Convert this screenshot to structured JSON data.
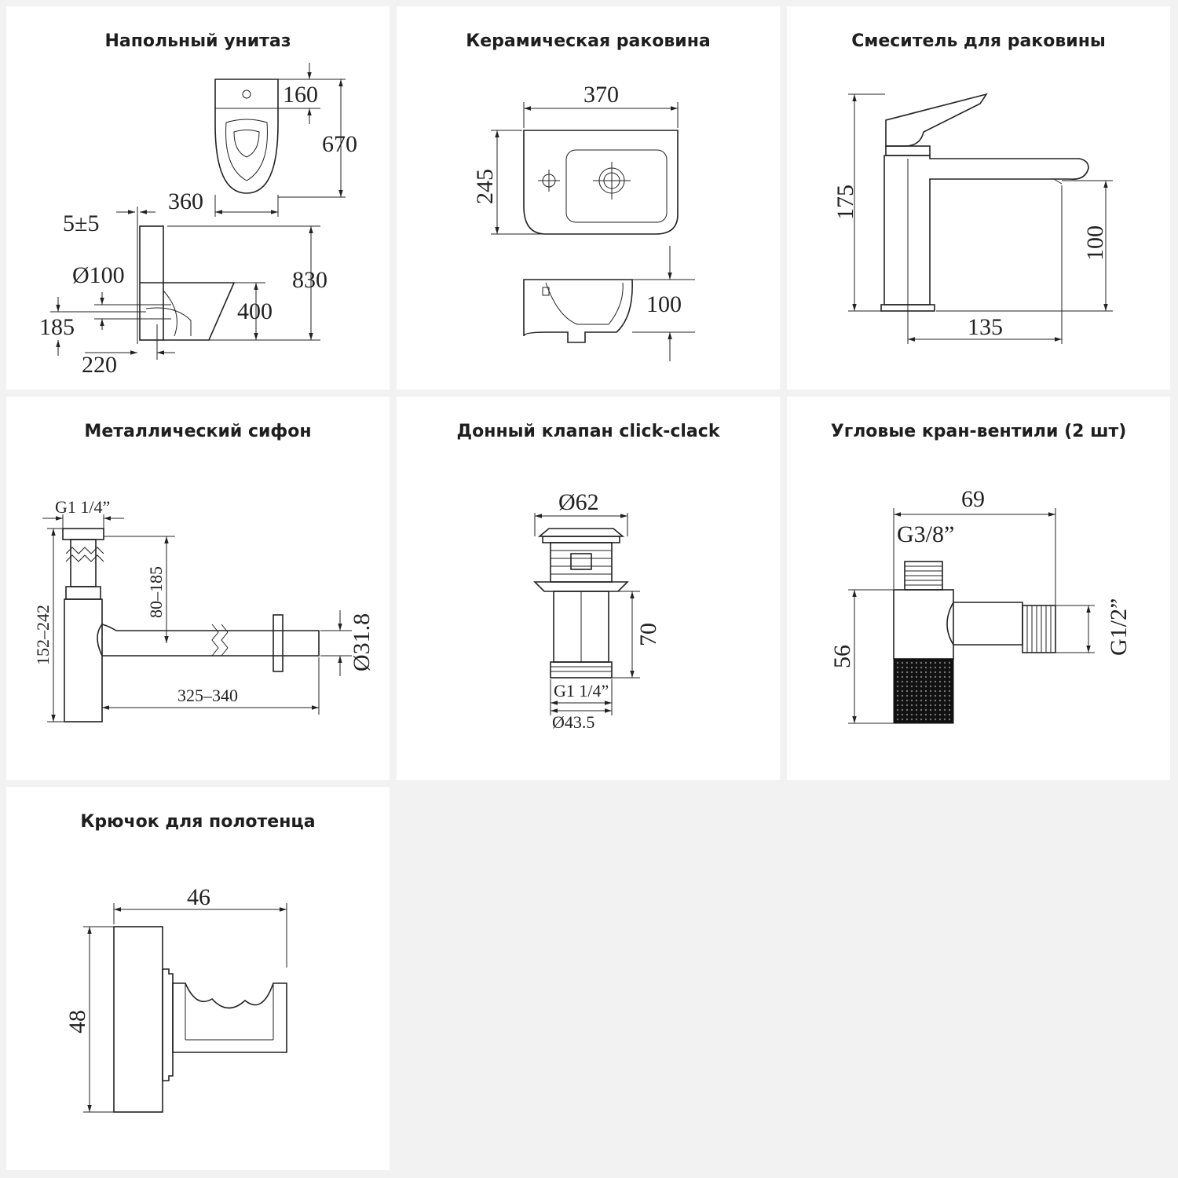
{
  "panels": {
    "toilet": {
      "title": "Напольный унитаз",
      "dims": [
        "160",
        "670",
        "360",
        "5±5",
        "830",
        "Ø100",
        "400",
        "185",
        "220"
      ]
    },
    "sink": {
      "title": "Керамическая раковина",
      "dims": [
        "370",
        "245",
        "100"
      ]
    },
    "mixer": {
      "title": "Смеситель для раковины",
      "dims": [
        "175",
        "100",
        "135"
      ]
    },
    "siphon": {
      "title": "Металлический сифон",
      "dims": [
        "G1 1/4”",
        "152–242",
        "80–185",
        "Ø31.8",
        "325–340"
      ]
    },
    "valve": {
      "title": "Донный клапан click-clack",
      "dims": [
        "Ø62",
        "70",
        "G1 1/4”",
        "Ø43.5"
      ]
    },
    "angle_valve": {
      "title": "Угловые кран-вентили (2 шт)",
      "dims": [
        "69",
        "G3/8”",
        "56",
        "G1/2”"
      ]
    },
    "hook": {
      "title": "Крючок для полотенца",
      "dims": [
        "46",
        "48"
      ]
    }
  }
}
